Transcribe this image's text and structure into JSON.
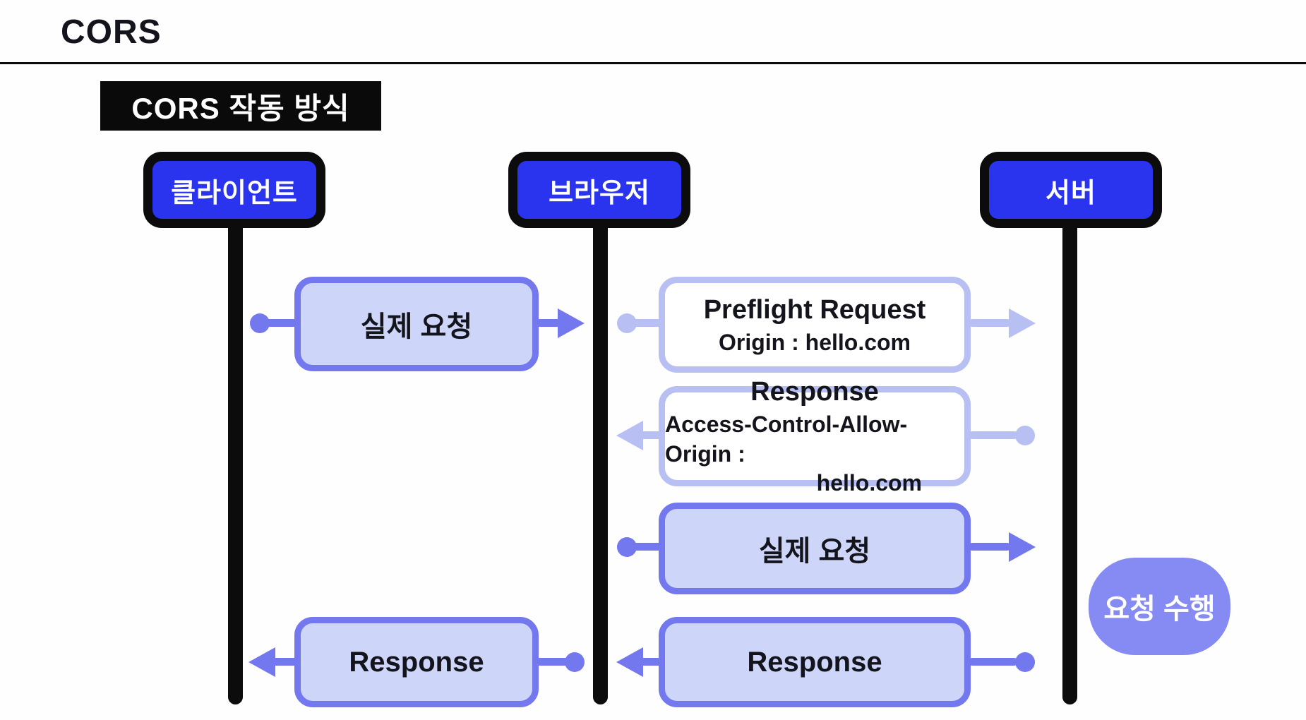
{
  "page": {
    "title": "CORS"
  },
  "diagram": {
    "heading": "CORS 작동 방식",
    "actors": {
      "client": {
        "label": "클라이언트"
      },
      "browser": {
        "label": "브라우저"
      },
      "server": {
        "label": "서버"
      }
    },
    "messages": {
      "client_browser_request": {
        "label": "실제 요청"
      },
      "preflight_request": {
        "title": "Preflight Request",
        "subtitle": "Origin : hello.com"
      },
      "preflight_response": {
        "title": "Response",
        "subtitle_line1": "Access-Control-Allow-Origin :",
        "subtitle_line2": "hello.com"
      },
      "browser_server_request": {
        "label": "실제 요청"
      },
      "server_browser_response": {
        "label": "Response"
      },
      "browser_client_response": {
        "label": "Response"
      }
    },
    "server_action": {
      "label": "요청 수행"
    }
  },
  "colors": {
    "page_bg": "#fefefe",
    "text_dark": "#14141c",
    "badge_bg": "#0a0a0a",
    "badge_text": "#ffffff",
    "lifeline_black": "#0c0c0c",
    "header_blue": "#2a34ee",
    "accent_strong": "#7378ee",
    "accent_light": "#b8bff2",
    "fill_lavender": "#cdd5f8",
    "fill_white": "#ffffff",
    "server_action_fill": "#868bf3"
  }
}
